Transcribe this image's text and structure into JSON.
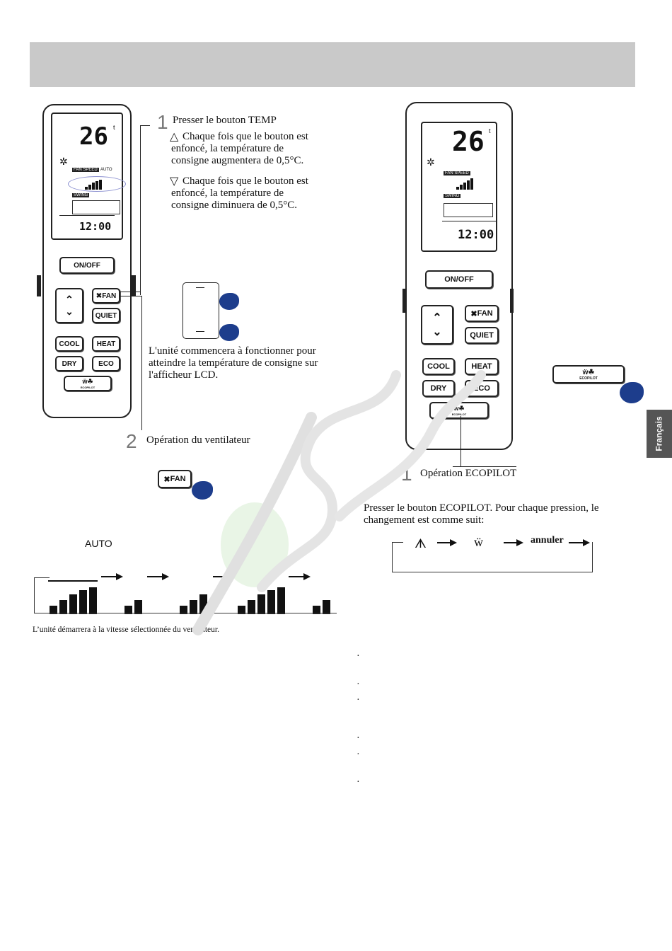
{
  "sidebar_tab": "Français",
  "remote": {
    "temp": "26",
    "temp_unit": "t",
    "fan_speed": "FAN SPEED",
    "auto": "AUTO",
    "swing": "SWING",
    "clock": "12:00",
    "on_off": "ON/OFF",
    "fan": "FAN",
    "quiet": "QUIET",
    "cool": "COOL",
    "heat": "HEAT",
    "dry": "DRY",
    "eco": "ECO",
    "ecopilot": "ECOPILOT"
  },
  "left": {
    "step1_num": "1",
    "step1_title": "Presser le bouton TEMP",
    "up_text": "Chaque fois que le bouton est enfoncé, la température de consigne augmentera de 0,5°C.",
    "down_text": "Chaque fois que le bouton est enfoncé, la température de consigne diminuera de 0,5°C.",
    "lcd_text": "L'unité commencera à fonctionner pour atteindre la température de consigne sur l'afficheur LCD.",
    "step2_num": "2",
    "step2_title": "Opération du ventilateur",
    "fan_btn": "FAN",
    "auto_label": "AUTO",
    "fan_caption": "L’unité démarrera à la vitesse sélectionnée du ventilateur."
  },
  "right": {
    "step1_num": "1",
    "step1_title": "Opération ECOPILOT",
    "press_text": "Presser le bouton ECOPILOT. Pour chaque pression, le changement est comme suit:",
    "cancel": "annuler",
    "ecopilot_btn": "ECOPILOT"
  }
}
